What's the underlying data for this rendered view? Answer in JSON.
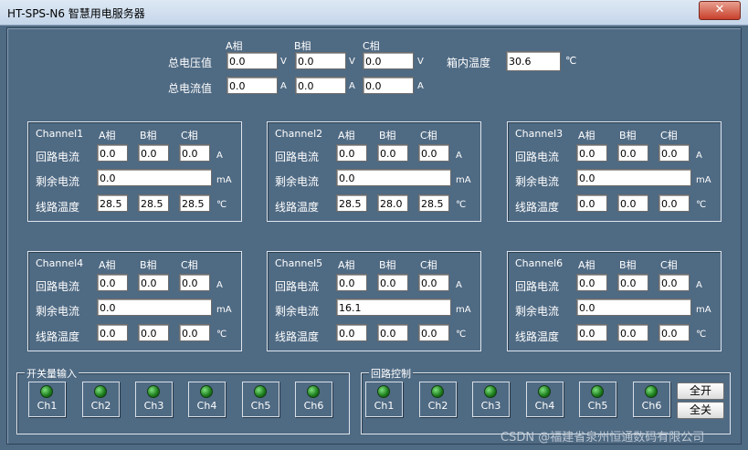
{
  "window": {
    "title": "HT-SPS-N6 智慧用电服务器",
    "close": "✕"
  },
  "phase_headers": [
    "A相",
    "B相",
    "C相"
  ],
  "total": {
    "voltage_label": "总电压值",
    "current_label": "总电流值",
    "voltage_values": [
      "0.0",
      "0.0",
      "0.0"
    ],
    "current_values": [
      "0.0",
      "0.0",
      "0.0"
    ],
    "voltage_unit": "V",
    "current_unit": "A",
    "box_temp_label": "箱内温度",
    "box_temp_value": "30.6",
    "temp_unit": "℃"
  },
  "row_labels": {
    "current": "回路电流",
    "residual": "剩余电流",
    "temperature": "线路温度"
  },
  "units": {
    "current": "A",
    "residual": "mA",
    "temperature": "℃"
  },
  "channels": [
    {
      "name": "Channel1",
      "current": [
        "0.0",
        "0.0",
        "0.0"
      ],
      "residual": "0.0",
      "temperature": [
        "28.5",
        "28.5",
        "28.5"
      ]
    },
    {
      "name": "Channel2",
      "current": [
        "0.0",
        "0.0",
        "0.0"
      ],
      "residual": "0.0",
      "temperature": [
        "28.5",
        "28.0",
        "28.5"
      ]
    },
    {
      "name": "Channel3",
      "current": [
        "0.0",
        "0.0",
        "0.0"
      ],
      "residual": "0.0",
      "temperature": [
        "0.0",
        "0.0",
        "0.0"
      ]
    },
    {
      "name": "Channel4",
      "current": [
        "0.0",
        "0.0",
        "0.0"
      ],
      "residual": "0.0",
      "temperature": [
        "0.0",
        "0.0",
        "0.0"
      ]
    },
    {
      "name": "Channel5",
      "current": [
        "0.0",
        "0.0",
        "0.0"
      ],
      "residual": "16.1",
      "temperature": [
        "0.0",
        "0.0",
        "0.0"
      ]
    },
    {
      "name": "Channel6",
      "current": [
        "0.0",
        "0.0",
        "0.0"
      ],
      "residual": "0.0",
      "temperature": [
        "0.0",
        "0.0",
        "0.0"
      ]
    }
  ],
  "switch_input": {
    "title": "开关量输入",
    "items": [
      "Ch1",
      "Ch2",
      "Ch3",
      "Ch4",
      "Ch5",
      "Ch6"
    ]
  },
  "loop_control": {
    "title": "回路控制",
    "items": [
      "Ch1",
      "Ch2",
      "Ch3",
      "Ch4",
      "Ch5",
      "Ch6"
    ],
    "all_on": "全开",
    "all_off": "全关"
  },
  "watermark": "CSDN @福建省泉州恒通数码有限公司",
  "colors": {
    "background": "#4f6a83",
    "led_on": "#2ea82e"
  }
}
